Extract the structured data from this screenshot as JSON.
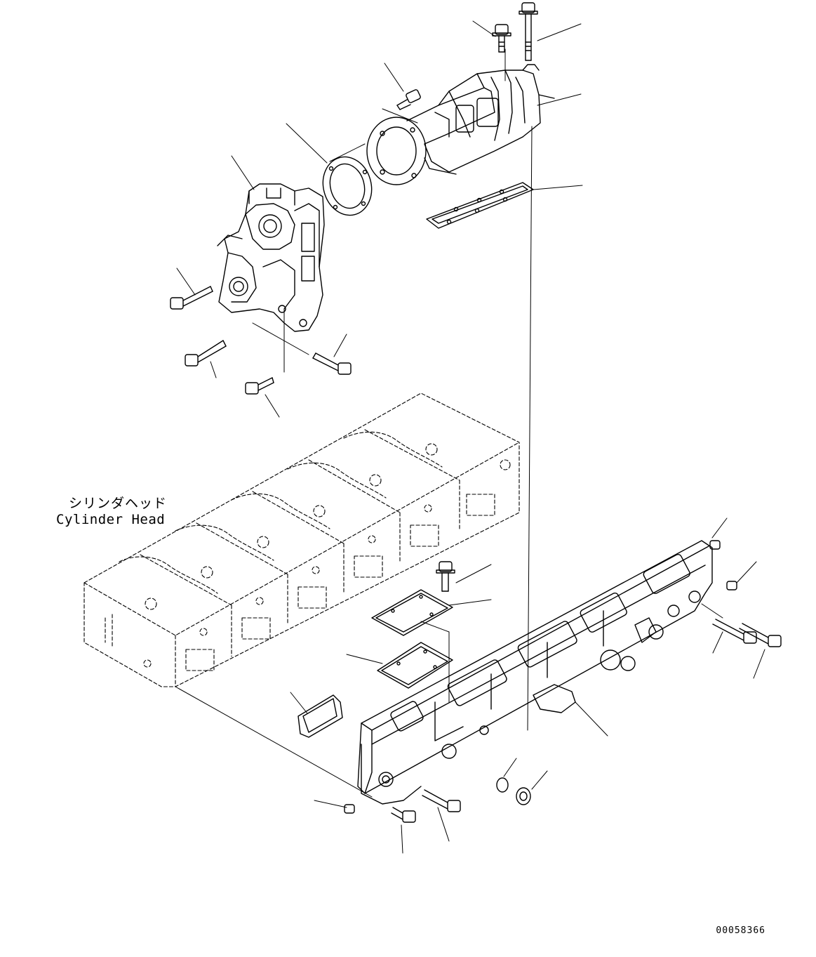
{
  "callout": {
    "label_jp": "シリンダヘッド",
    "label_en": "Cylinder Head"
  },
  "document_number": "00058366"
}
